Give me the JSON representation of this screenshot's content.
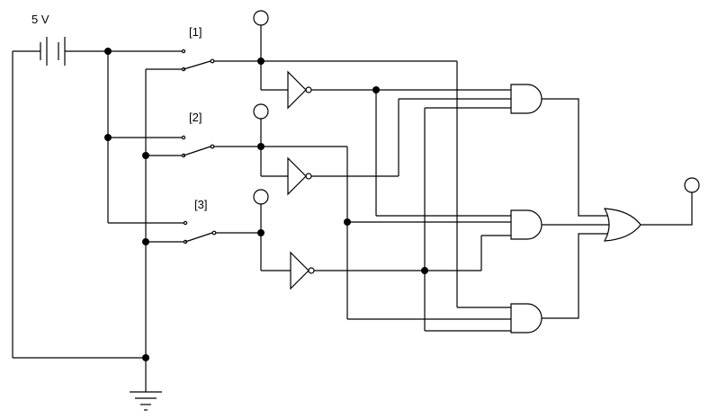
{
  "battery": {
    "label": "5 V"
  },
  "switches": [
    {
      "label": "[1]"
    },
    {
      "label": "[2]"
    },
    {
      "label": "[3]"
    }
  ]
}
